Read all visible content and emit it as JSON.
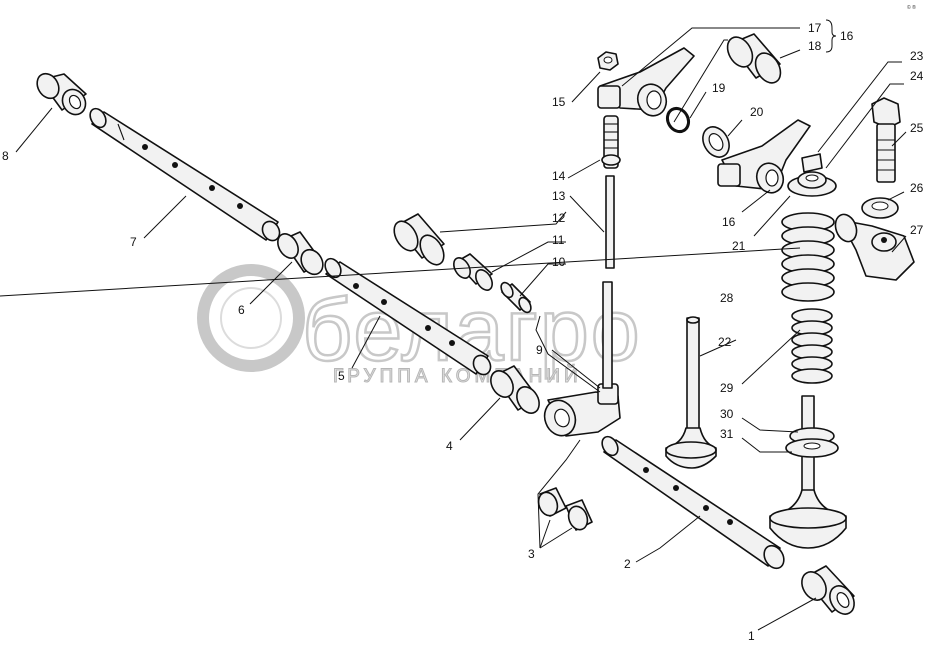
{
  "watermark": {
    "logo_text": "белагро",
    "subtitle": "ГРУППА КОМПАНИЙ"
  },
  "corner_mark": "© ®",
  "callouts": [
    {
      "id": "c1",
      "text": "1"
    },
    {
      "id": "c2",
      "text": "2"
    },
    {
      "id": "c3",
      "text": "3"
    },
    {
      "id": "c4",
      "text": "4"
    },
    {
      "id": "c5",
      "text": "5"
    },
    {
      "id": "c6",
      "text": "6"
    },
    {
      "id": "c7",
      "text": "7"
    },
    {
      "id": "c8",
      "text": "8"
    },
    {
      "id": "c9",
      "text": "9"
    },
    {
      "id": "c10",
      "text": "10"
    },
    {
      "id": "c11",
      "text": "11"
    },
    {
      "id": "c12",
      "text": "12"
    },
    {
      "id": "c13",
      "text": "13"
    },
    {
      "id": "c14",
      "text": "14"
    },
    {
      "id": "c15",
      "text": "15"
    },
    {
      "id": "c16a",
      "text": "16"
    },
    {
      "id": "c16b",
      "text": "16"
    },
    {
      "id": "c17",
      "text": "17"
    },
    {
      "id": "c18",
      "text": "18"
    },
    {
      "id": "c19",
      "text": "19"
    },
    {
      "id": "c20",
      "text": "20"
    },
    {
      "id": "c21",
      "text": "21"
    },
    {
      "id": "c22",
      "text": "22"
    },
    {
      "id": "c23",
      "text": "23"
    },
    {
      "id": "c24",
      "text": "24"
    },
    {
      "id": "c25",
      "text": "25"
    },
    {
      "id": "c26",
      "text": "26"
    },
    {
      "id": "c27",
      "text": "27"
    },
    {
      "id": "c28",
      "text": "28"
    },
    {
      "id": "c29",
      "text": "29"
    },
    {
      "id": "c30",
      "text": "30"
    },
    {
      "id": "c31",
      "text": "31"
    }
  ]
}
